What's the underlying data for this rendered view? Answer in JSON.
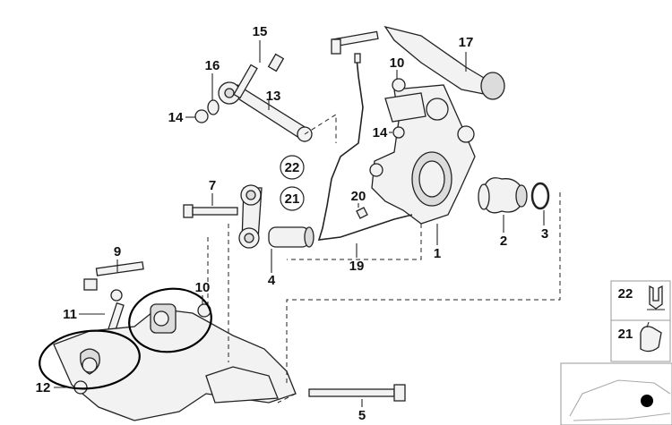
{
  "diagram": {
    "callouts": {
      "c1": "1",
      "c2": "2",
      "c3": "3",
      "c4": "4",
      "c5": "5",
      "c7": "7",
      "c9": "9",
      "c10a": "10",
      "c10b": "10",
      "c11": "11",
      "c12": "12",
      "c13": "13",
      "c14a": "14",
      "c14b": "14",
      "c15": "15",
      "c16": "16",
      "c17": "17",
      "c19": "19",
      "c20": "20",
      "c21": "21",
      "c22": "22"
    },
    "legend": {
      "item22": "22",
      "item21": "21"
    }
  }
}
